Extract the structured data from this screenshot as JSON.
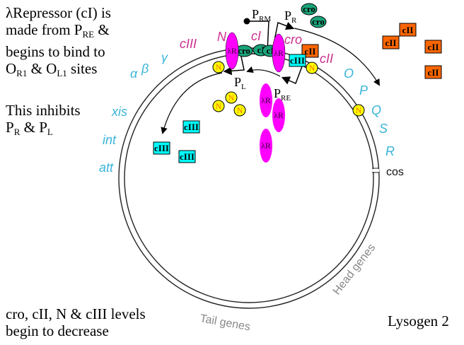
{
  "text_blocks": {
    "intro": {
      "line1": "λRepressor (cI) is",
      "line2_pre": "made from P",
      "line2_sub": "RE",
      "line2_post": " &",
      "line3": "begins to bind to",
      "line4_a": "O",
      "line4_a_sub": "R1",
      "line4_mid": " & O",
      "line4_b_sub": "L1",
      "line4_post": " sites"
    },
    "inhibits": {
      "line1": "This inhibits",
      "line2_a": "P",
      "line2_a_sub": "R",
      "line2_mid": " & P",
      "line2_b_sub": "L"
    },
    "bottom_left": {
      "line1": "cro, cII, N & cIII levels",
      "line2": "begin to decrease"
    },
    "bottom_right": "Lysogen 2"
  },
  "genome_map": {
    "left_genes": [
      "α",
      "β",
      "γ",
      "xis",
      "int",
      "att"
    ],
    "top_genes": [
      "cIII",
      "N",
      "cI",
      "cro",
      "cII"
    ],
    "right_genes": [
      "O",
      "P",
      "Q",
      "S",
      "R"
    ],
    "cos_label": "cos",
    "arc_labels": [
      "Head genes",
      "Tail genes"
    ]
  },
  "promoters": {
    "prm": {
      "base": "P",
      "sub": "RM"
    },
    "pr": {
      "base": "P",
      "sub": "R"
    },
    "pl": {
      "base": "P",
      "sub": "L"
    },
    "pre": {
      "base": "P",
      "sub": "RE"
    }
  },
  "proteins": {
    "cro_label": "cro",
    "cI_label": "cI",
    "cII_label": "cII",
    "cIII_label": "cIII",
    "N_label": "N",
    "repressor_label": "λR"
  },
  "colors": {
    "repressor": "#ff00ff",
    "cro": "#1aa37a",
    "cII": "#ff6600",
    "cIII": "#00ffff",
    "N": "#ffff00",
    "N_text": "#ff6a00",
    "blue_genes": "#3ab4d8",
    "pink_genes": "#cc2f8f"
  }
}
